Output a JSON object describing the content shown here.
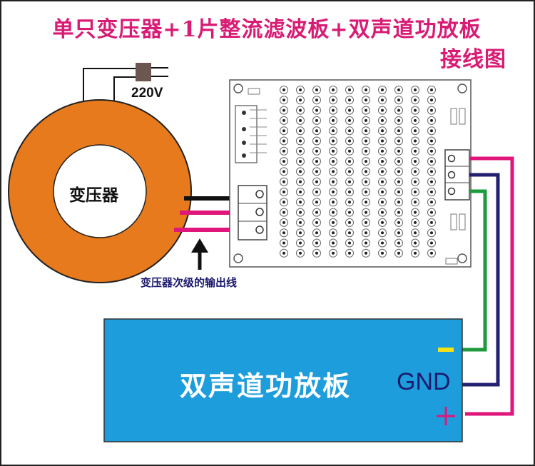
{
  "title": {
    "line1": "单只变压器+1片整流滤波板+双声道功放板",
    "line2": "接线图"
  },
  "mains": {
    "voltage_label": "220V"
  },
  "transformer": {
    "label": "变压器",
    "color": "#e67a1c"
  },
  "arrow_label": "变压器次级的输出线",
  "amplifier": {
    "label": "双声道功放板",
    "color": "#1e9ddc",
    "terminals": {
      "minus": "—",
      "gnd": "GND",
      "plus": "+"
    }
  },
  "wire_colors": {
    "black": "#111111",
    "magenta": "#e0167a",
    "navy": "#23206f",
    "green": "#1c9a3c",
    "yellow": "#f5e214"
  }
}
